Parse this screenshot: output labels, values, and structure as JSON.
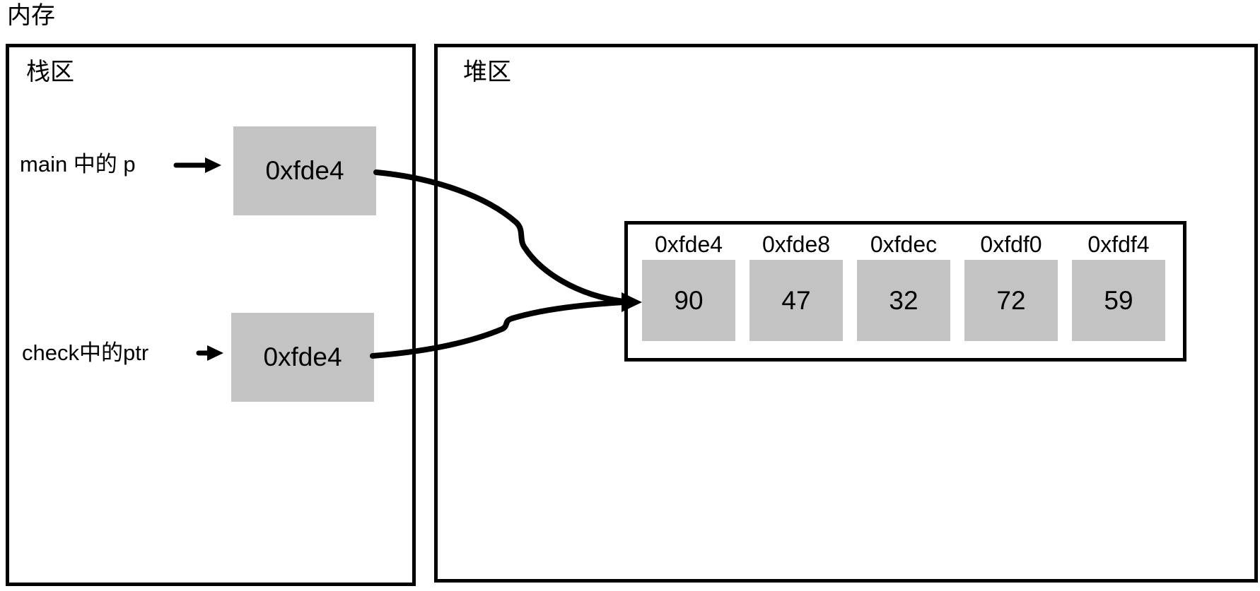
{
  "title": "内存",
  "colors": {
    "cell_fill": "#c3c3c3",
    "stroke": "#000000",
    "background": "#ffffff"
  },
  "stack": {
    "label": "栈区",
    "pointers": [
      {
        "label": "main 中的 p",
        "value": "0xfde4"
      },
      {
        "label": "check中的ptr",
        "value": "0xfde4"
      }
    ]
  },
  "heap": {
    "label": "堆区",
    "array": {
      "cells": [
        {
          "address": "0xfde4",
          "value": "90"
        },
        {
          "address": "0xfde8",
          "value": "47"
        },
        {
          "address": "0xfdec",
          "value": "32"
        },
        {
          "address": "0xfdf0",
          "value": "72"
        },
        {
          "address": "0xfdf4",
          "value": "59"
        }
      ]
    }
  }
}
